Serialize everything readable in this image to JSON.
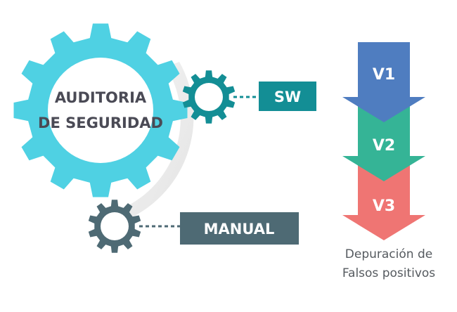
{
  "main_gear": {
    "line1": "AUDITORIA",
    "line2": "DE SEGURIDAD",
    "color": "#4fd1e3"
  },
  "sw": {
    "label": "SW",
    "color": "#138e95"
  },
  "manual": {
    "label": "MANUAL",
    "color": "#4e6a74"
  },
  "versions": [
    {
      "label": "V1",
      "color": "#4f7dc0"
    },
    {
      "label": "V2",
      "color": "#35b496"
    },
    {
      "label": "V3",
      "color": "#ef7573"
    }
  ],
  "caption": {
    "line1": "Depuración de",
    "line2": "Falsos positivos"
  }
}
